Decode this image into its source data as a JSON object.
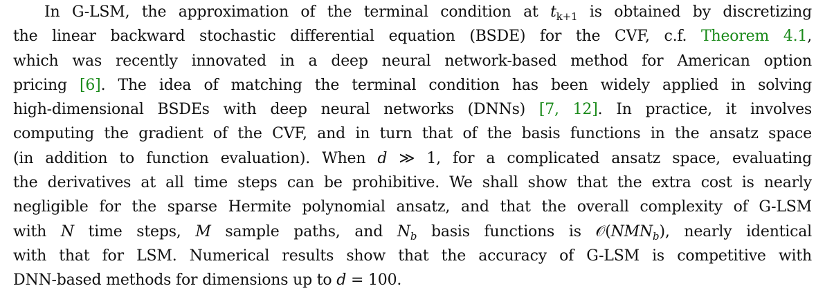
{
  "paragraph": {
    "l1": {
      "a": "In G-LSM, the approximation of the terminal condition at ",
      "t_base": "t",
      "t_sub": "k+1",
      "b": " is obtained by discretizing"
    },
    "l2": {
      "a": "the linear backward stochastic differential equation (BSDE) for the CVF, c.f. ",
      "ref_theorem": "Theorem 4.1",
      "b": ","
    },
    "l3": {
      "a": "which was recently innovated in a deep neural network-based method for American option"
    },
    "l4": {
      "a": "pricing ",
      "ref_6": "[6]",
      "b": ". The idea of matching the terminal condition has been widely applied in solving"
    },
    "l5": {
      "a": "high-dimensional BSDEs with deep neural networks (DNNs) ",
      "ref_open": "[",
      "ref_7": "7",
      "ref_comma": ", ",
      "ref_12": "12",
      "ref_close": "]",
      "b": ". In practice, it involves"
    },
    "l6": {
      "a": "computing the gradient of the CVF, and in turn that of the basis functions in the ansatz space"
    },
    "l7": {
      "a": "(in addition to function evaluation). When ",
      "d": "d",
      "op": " ≫ 1",
      "b": ", for a complicated ansatz space, evaluating"
    },
    "l8": {
      "a": "the derivatives at all time steps can be prohibitive. We shall show that the extra cost is nearly"
    },
    "l9": {
      "a": "negligible for the sparse Hermite polynomial ansatz, and that the overall complexity of G-LSM"
    },
    "l10": {
      "a": "with ",
      "N": "N",
      "b": " time steps, ",
      "M": "M",
      "c": " sample paths, and ",
      "Nb_base": "N",
      "Nb_sub": "b",
      "d": " basis functions is ",
      "O": "𝒪",
      "paren_open": "(",
      "NMN": "NMN",
      "NMN_sub": "b",
      "paren_close": ")",
      "e": ", nearly identical"
    },
    "l11": {
      "a": "with that for LSM. Numerical results show that the accuracy of G-LSM is competitive with"
    },
    "l12": {
      "a": "DNN-based methods for dimensions up to ",
      "d": "d",
      "eq": " = 100",
      "b": "."
    }
  },
  "colors": {
    "text": "#111111",
    "link": "#1a8a1a"
  }
}
